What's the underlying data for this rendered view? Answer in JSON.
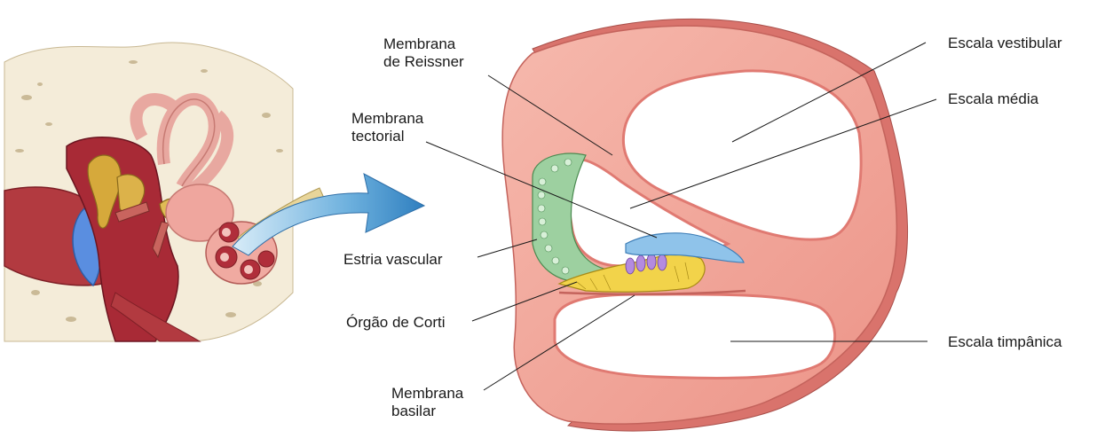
{
  "labels": {
    "membrana_reissner": {
      "line1": "Membrana",
      "line2": "de Reissner"
    },
    "membrana_tectorial": {
      "line1": "Membrana",
      "line2": "tectorial"
    },
    "estria_vascular": "Estria vascular",
    "orgao_de_corti": "Órgão de Corti",
    "membrana_basilar": {
      "line1": "Membrana",
      "line2": "basilar"
    },
    "escala_vestibular": "Escala vestibular",
    "escala_media": "Escala média",
    "escala_timpanica": "Escala timpânica"
  },
  "colors": {
    "cochlea_wall": "#f0a49a",
    "cochlea_wall_dark": "#d9736c",
    "arrow": "#3f8fc8",
    "stria": "#9dd0a0",
    "corti": "#f2d34a",
    "tectorial": "#8fc3ea",
    "middle_ear_red": "#b0313c",
    "tympanic_blue": "#5a8ee0",
    "ossicle": "#d6a93b",
    "nerve": "#e8d59a"
  }
}
